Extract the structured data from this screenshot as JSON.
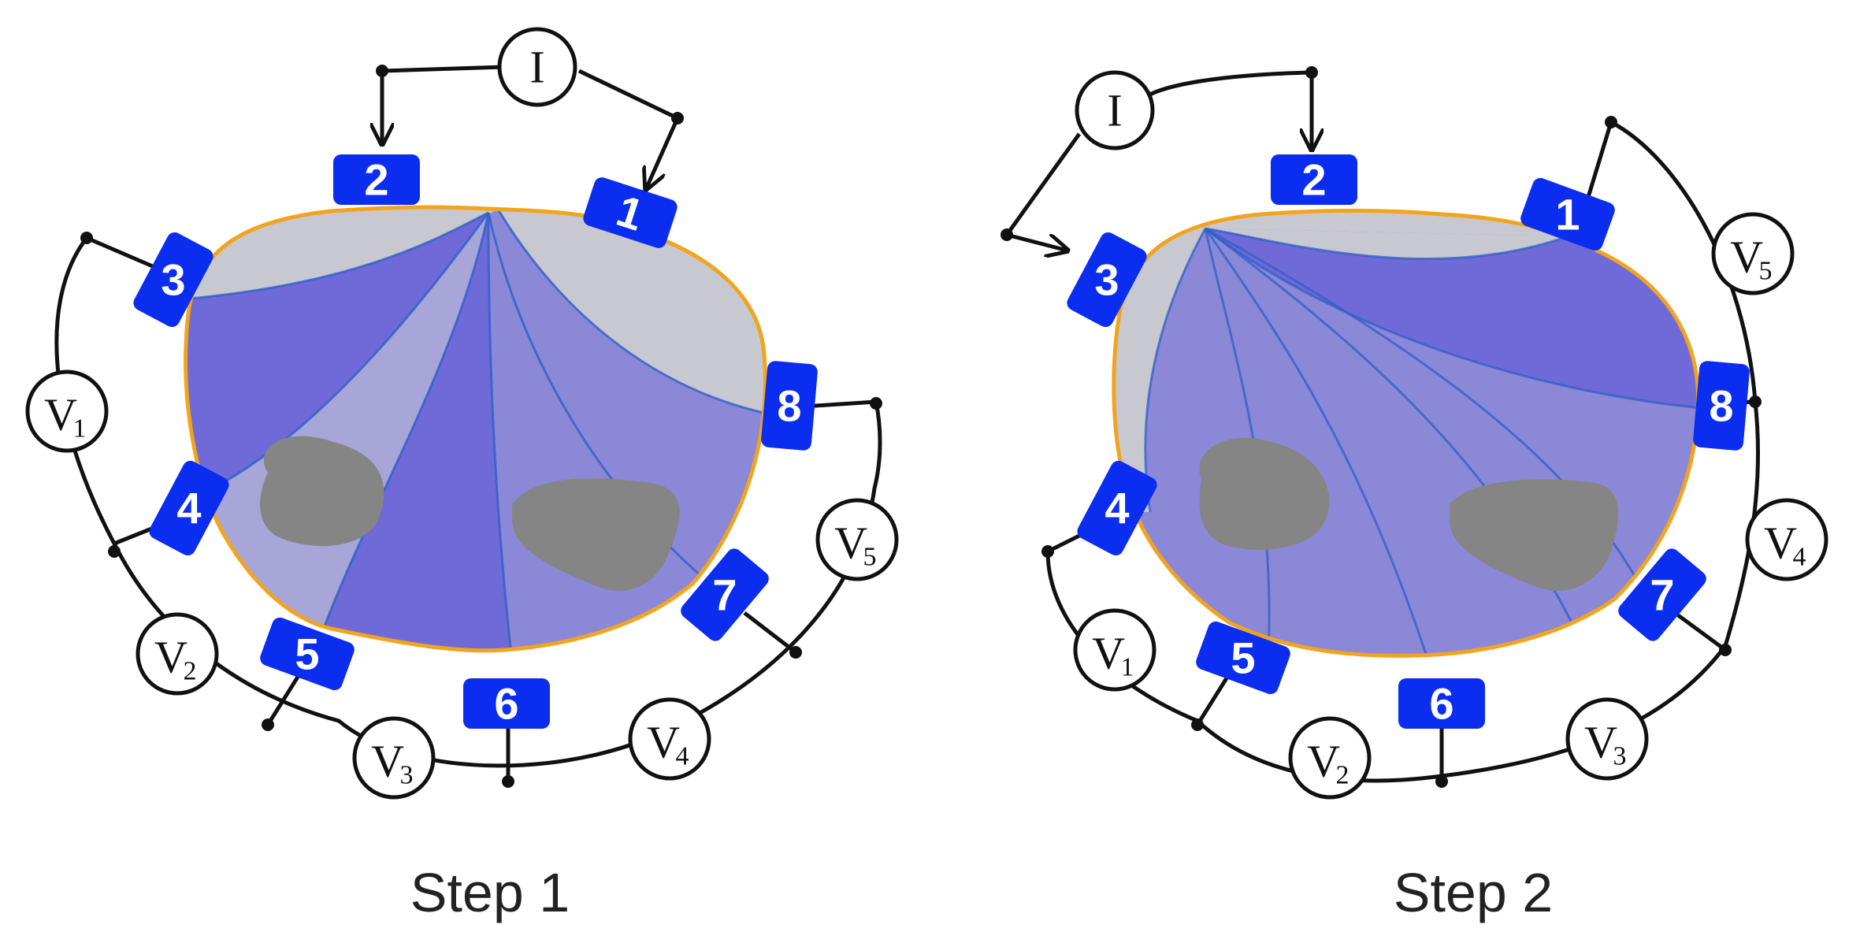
{
  "colors": {
    "boundary": "#f2a41c",
    "electrode": "#0a2df0",
    "electrode_text": "#ffffff",
    "wire": "#111111",
    "inclusion": "#858585",
    "region_grey": "#c8c8d0",
    "region_dark": "#6f6ad8",
    "region_mid": "#8c88d8",
    "region_light": "#a8a6d8",
    "field_line": "#2f5fc8"
  },
  "icons": {
    "electrode": "numbered-electrode-pad",
    "current_source": "current-source-circle",
    "voltmeter": "voltmeter-circle",
    "inclusion": "grey-inclusion-blob"
  },
  "panels": [
    {
      "caption": "Step 1",
      "current_source": "I",
      "electrodes": [
        "1",
        "2",
        "3",
        "4",
        "5",
        "6",
        "7",
        "8"
      ],
      "voltmeters": [
        {
          "main": "V",
          "sub": "1"
        },
        {
          "main": "V",
          "sub": "2"
        },
        {
          "main": "V",
          "sub": "3"
        },
        {
          "main": "V",
          "sub": "4"
        },
        {
          "main": "V",
          "sub": "5"
        }
      ]
    },
    {
      "caption": "Step 2",
      "current_source": "I",
      "electrodes": [
        "1",
        "2",
        "3",
        "4",
        "5",
        "6",
        "7",
        "8"
      ],
      "voltmeters": [
        {
          "main": "V",
          "sub": "1"
        },
        {
          "main": "V",
          "sub": "2"
        },
        {
          "main": "V",
          "sub": "3"
        },
        {
          "main": "V",
          "sub": "4"
        },
        {
          "main": "V",
          "sub": "5"
        }
      ]
    }
  ]
}
